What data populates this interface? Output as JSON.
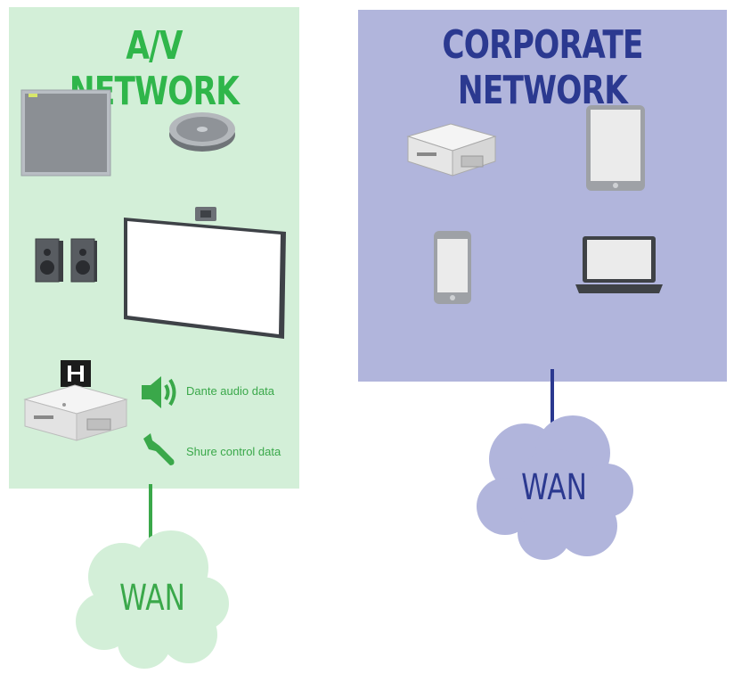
{
  "av_network": {
    "title": "A/V NETWORK",
    "legend": {
      "audio_label": "Dante audio data",
      "control_label": "Shure control data"
    },
    "wan_label": "WAN"
  },
  "corporate_network": {
    "title": "CORPORATE NETWORK",
    "wan_label": "WAN"
  },
  "colors": {
    "av_panel": "#d3efd8",
    "av_accent": "#2fb64a",
    "corp_panel": "#b1b5dc",
    "corp_accent": "#2b3990",
    "av_cloud": "#d3efd8",
    "corp_cloud": "#b1b5dc"
  },
  "icons": {
    "av": [
      "ceiling-microphone-icon",
      "tabletop-microphone-icon",
      "speakers-icon",
      "display-with-camera-icon",
      "processor-icon",
      "speaker-sound-icon",
      "wrench-icon"
    ],
    "corporate": [
      "mini-pc-icon",
      "tablet-icon",
      "smartphone-icon",
      "laptop-icon"
    ]
  }
}
